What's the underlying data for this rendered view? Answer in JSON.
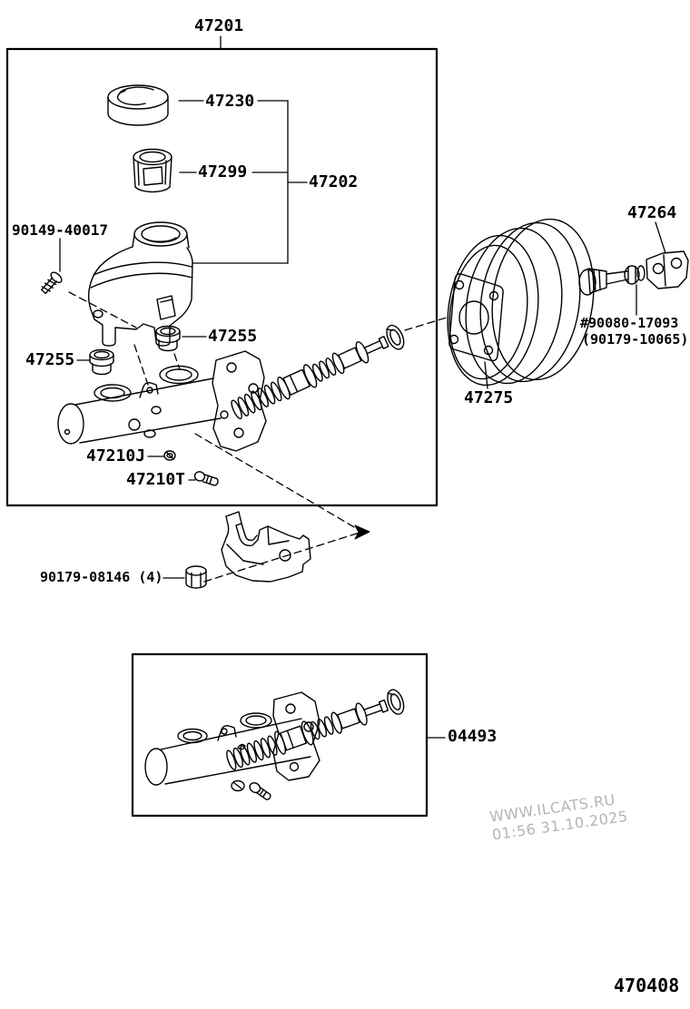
{
  "diagram": {
    "callouts": {
      "assembly": "47201",
      "reservoir_cap": "47230",
      "reservoir_strainer": "47299",
      "reservoir_sub_assy": "47202",
      "reservoir_set_screw": "90149-40017",
      "grommet_upper": "47255",
      "grommet_lower": "47255",
      "gasket_j": "47210J",
      "bolt_t": "47210T",
      "mounting_nut": "90179-08146 (4)",
      "push_rod_clevis": "47264",
      "clevis_pin": "#90080-17093",
      "clevis_pin_alt": "(90179-10065)",
      "booster_gasket": "47275",
      "repair_kit": "04493"
    },
    "figure_code": "470408",
    "watermark": {
      "site": "WWW.ILCATS.RU",
      "timestamp": "01:56 31.10.2025"
    },
    "colors": {
      "line": "#000000",
      "background": "#ffffff",
      "watermark": "#b4b4b4"
    }
  }
}
